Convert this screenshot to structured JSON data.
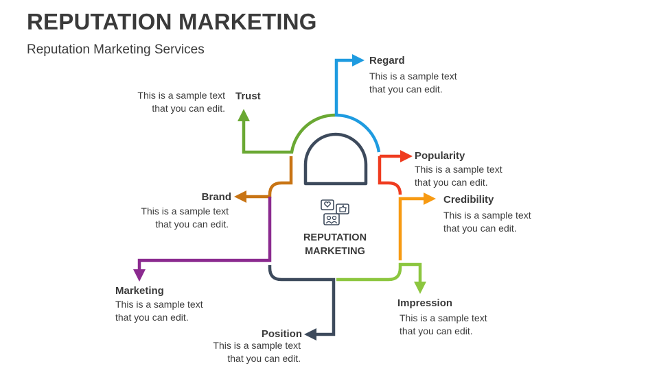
{
  "title": "REPUTATION MARKETING",
  "subtitle": "Reputation Marketing Services",
  "center": {
    "line1": "REPUTATION",
    "line2": "MARKETING",
    "icon": "social-feedback-icon"
  },
  "items": [
    {
      "id": "regard",
      "label": "Regard",
      "desc1": "This is a sample text",
      "desc2": "that you can edit.",
      "color": "#1e9be0"
    },
    {
      "id": "trust",
      "label": "Trust",
      "desc1": "This is a sample text",
      "desc2": "that you can edit.",
      "color": "#6aa833"
    },
    {
      "id": "popularity",
      "label": "Popularity",
      "desc1": "This is a sample text",
      "desc2": "that you can edit.",
      "color": "#ef3b1f"
    },
    {
      "id": "brand",
      "label": "Brand",
      "desc1": "This is a sample text",
      "desc2": "that you can edit.",
      "color": "#c87414"
    },
    {
      "id": "credibility",
      "label": "Credibility",
      "desc1": "This is a sample text",
      "desc2": "that you can edit.",
      "color": "#f79a12"
    },
    {
      "id": "marketing",
      "label": "Marketing",
      "desc1": "This is a sample text",
      "desc2": "that you can edit.",
      "color": "#8b2a8f"
    },
    {
      "id": "impression",
      "label": "Impression",
      "desc1": "This is a sample text",
      "desc2": "that you can edit.",
      "color": "#8cc63f"
    },
    {
      "id": "position",
      "label": "Position",
      "desc1": "This is a sample text",
      "desc2": "that you can edit.",
      "color": "#3d4a5c"
    }
  ]
}
